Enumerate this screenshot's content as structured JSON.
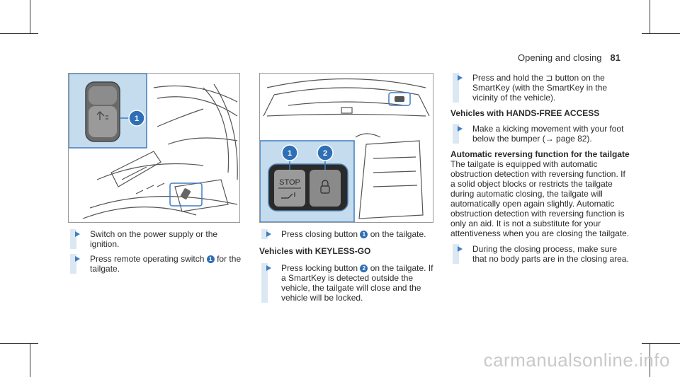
{
  "header": {
    "section": "Opening and closing",
    "page_number": "81"
  },
  "col1": {
    "step1": "Switch on the power supply or the ignition.",
    "step2_pre": "Press remote operating switch",
    "step2_num": "1",
    "step2_post": "for the tailgate."
  },
  "col2": {
    "step1_pre": "Press closing button",
    "step1_num": "1",
    "step1_post": "on the tailgate.",
    "heading": "Vehicles with KEYLESS-GO",
    "step2_pre": "Press locking button",
    "step2_num": "2",
    "step2_post": "on the tailgate. If a SmartKey is detected outside the vehicle, the tailgate will close and the vehicle will be locked."
  },
  "col3": {
    "step1": "Press and hold the ⊐ button on the SmartKey (with the SmartKey in the vicinity of the vehicle).",
    "heading1": "Vehicles with HANDS-FREE ACCESS",
    "step2": "Make a kicking movement with your foot below the bumper (→ page 82).",
    "heading2": "Automatic reversing function for the tailgate",
    "para": "The tailgate is equipped with automatic obstruction detection with reversing function. If a solid object blocks or restricts the tailgate during automatic closing, the tailgate will automatically open again slightly. Automatic obstruction detection with reversing function is only an aid. It is not a substitute for your attentiveness when you are closing the tailgate.",
    "step3": "During the closing process, make sure that no body parts are in the closing area."
  },
  "figure2": {
    "stop_label": "STOP",
    "callout1": "1",
    "callout2": "2"
  },
  "figure1": {
    "callout1": "1"
  },
  "watermark": "carmanualsonline.info",
  "colors": {
    "accent_blue": "#3d7dc4",
    "callout_fill": "#2f6fb5",
    "panel_blue": "#c4dcee"
  }
}
